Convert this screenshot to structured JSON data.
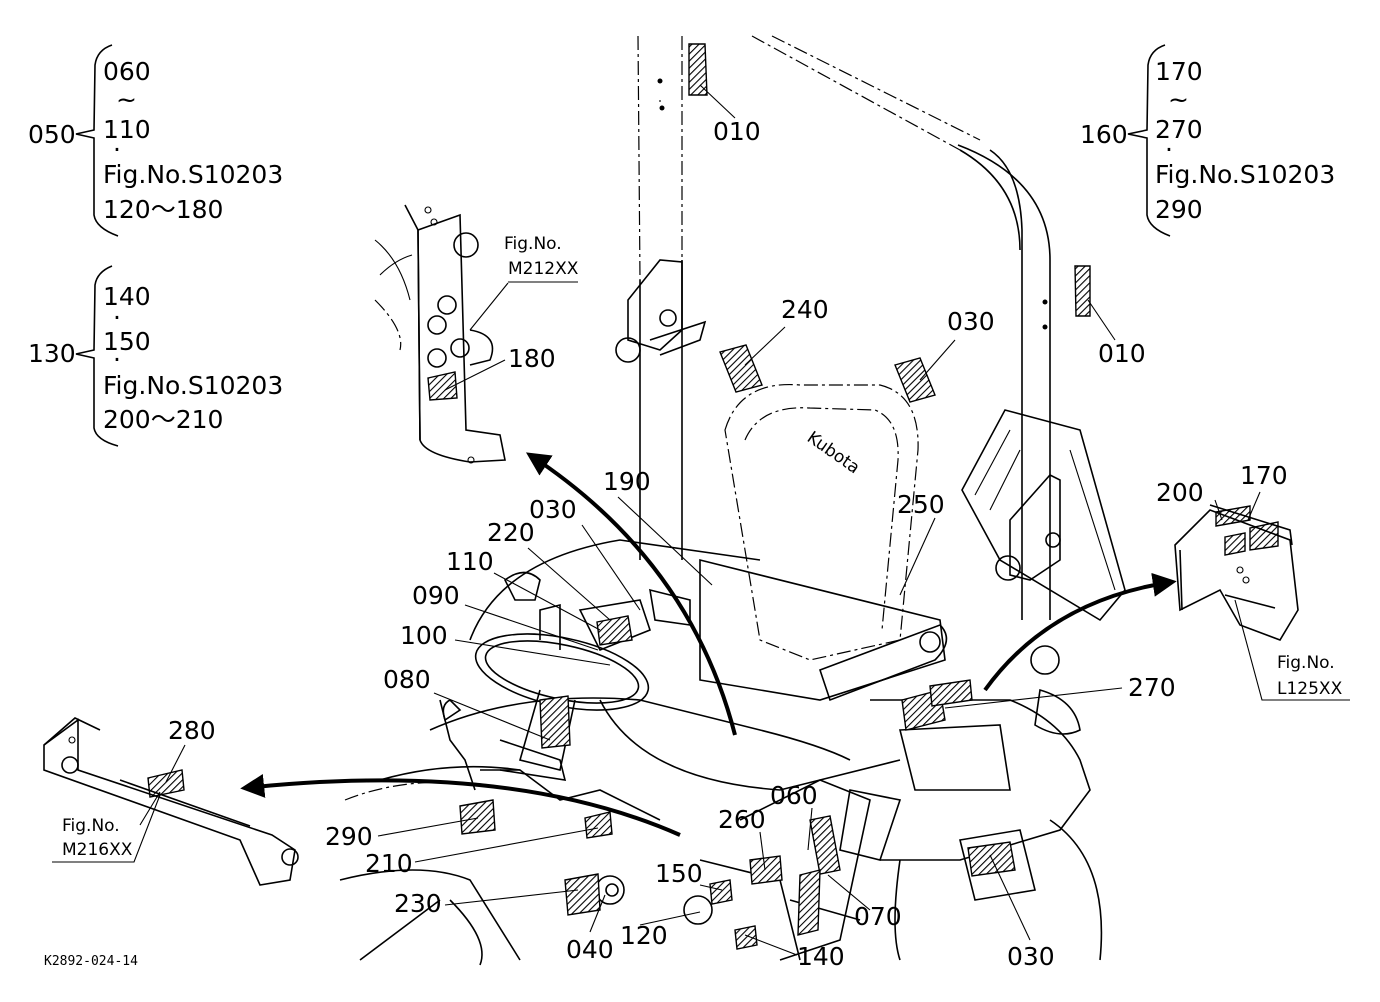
{
  "labels": {
    "p010a": "010",
    "p010b": "010",
    "p240": "240",
    "p030a": "030",
    "p180": "180",
    "p190": "190",
    "p030b": "030",
    "p220": "220",
    "p110": "110",
    "p090": "090",
    "p100": "100",
    "p080": "080",
    "p250": "250",
    "p200": "200",
    "p170": "170",
    "p270": "270",
    "p280": "280",
    "p290": "290",
    "p210": "210",
    "p230": "230",
    "p040": "040",
    "p120": "120",
    "p150": "150",
    "p260": "260",
    "p060": "060",
    "p070": "070",
    "p140": "140",
    "p030c": "030"
  },
  "groups": {
    "g050": {
      "parent": "050",
      "line1": "060",
      "tilde": "~",
      "line2": "110",
      "dot": "·",
      "fig": "Fig.No.S10203",
      "range": "120～180"
    },
    "g130": {
      "parent": "130",
      "line1": "140",
      "dot1": "·",
      "line2": "150",
      "dot2": "·",
      "fig": "Fig.No.S10203",
      "range": "200～210"
    },
    "g160": {
      "parent": "160",
      "line1": "170",
      "tilde": "~",
      "line2": "270",
      "dot": "·",
      "fig": "Fig.No.S10203",
      "range": "290"
    }
  },
  "refs": {
    "m212": {
      "title": "Fig.No.",
      "code": "M212XX"
    },
    "l125": {
      "title": "Fig.No.",
      "code": "L125XX"
    },
    "m216": {
      "title": "Fig.No.",
      "code": "M216XX"
    }
  },
  "seat_logo": "Kubota",
  "drawing_id": "K2892-024-14"
}
